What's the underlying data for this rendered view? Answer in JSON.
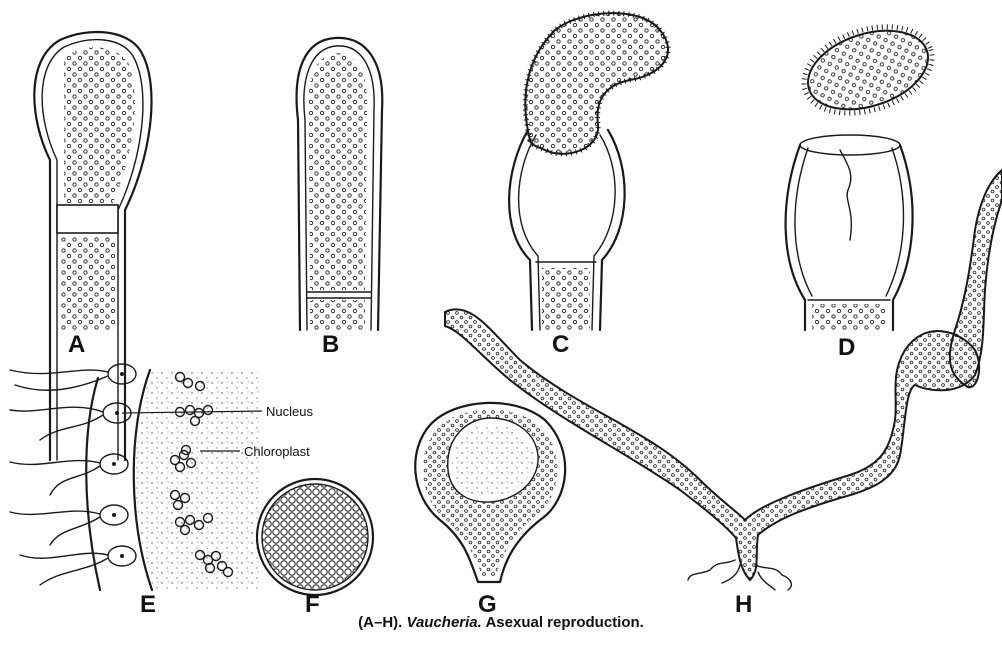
{
  "figure": {
    "panels": [
      {
        "label": "A"
      },
      {
        "label": "B"
      },
      {
        "label": "C"
      },
      {
        "label": "D"
      },
      {
        "label": "E"
      },
      {
        "label": "F"
      },
      {
        "label": "G"
      },
      {
        "label": "H"
      }
    ],
    "callouts": {
      "nucleus": "Nucleus",
      "chloroplast": "Chloroplast"
    },
    "caption": {
      "prefix": "(A–H).",
      "genus": "Vaucheria.",
      "text": "Asexual reproduction."
    }
  }
}
